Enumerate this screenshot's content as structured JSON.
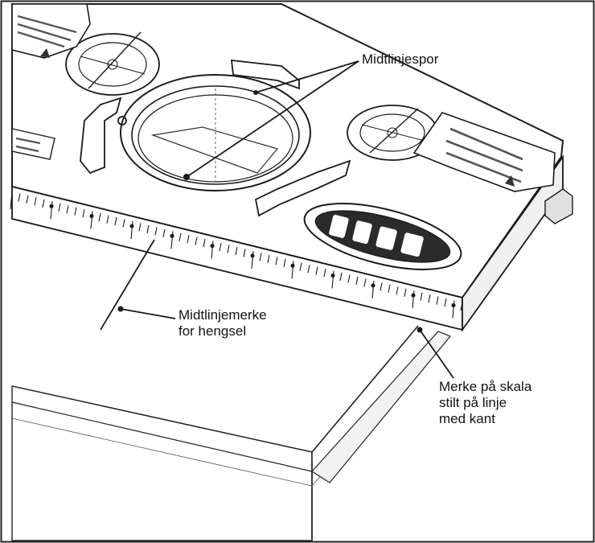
{
  "labels": {
    "midtlinjespor": "Midtlinjespor",
    "midtlinjemerke": "Midtlinjemerke\nfor hengsel",
    "merke_skala": "Merke på skala\nstilt på linje\nmed kant"
  },
  "colors": {
    "line": "#1a1a1a",
    "fill": "#ffffff",
    "shade": "#e6e6e6",
    "dark": "#333333"
  },
  "icons": {
    "logo": "kreg-logo",
    "warning": "warning-decal"
  }
}
